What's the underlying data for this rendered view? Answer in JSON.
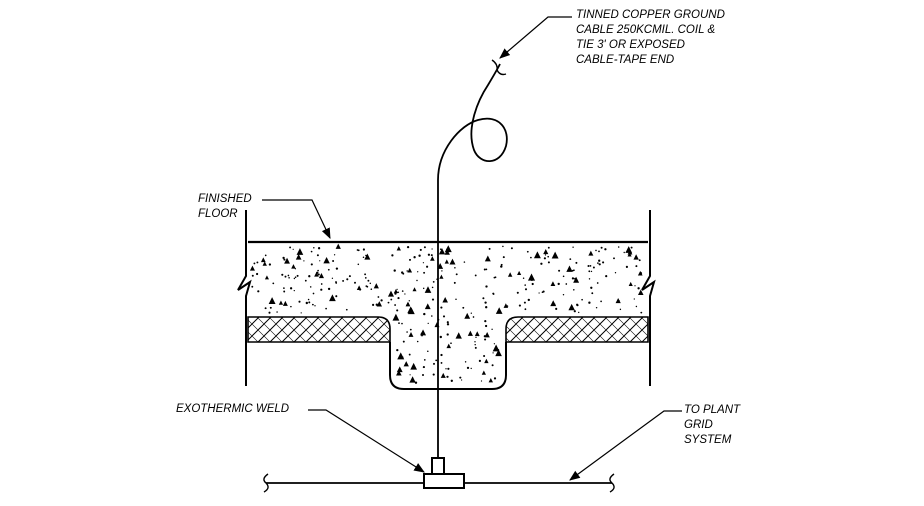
{
  "labels": {
    "ground_cable": [
      "TINNED COPPER GROUND",
      "CABLE 250KCMIL. COIL &",
      "TIE 3' OR EXPOSED",
      "CABLE-TAPE END"
    ],
    "finished_floor": [
      "FINISHED",
      "FLOOR"
    ],
    "exothermic_weld": [
      "EXOTHERMIC WELD"
    ],
    "plant_grid": [
      "TO PLANT",
      "GRID",
      "SYSTEM"
    ]
  }
}
